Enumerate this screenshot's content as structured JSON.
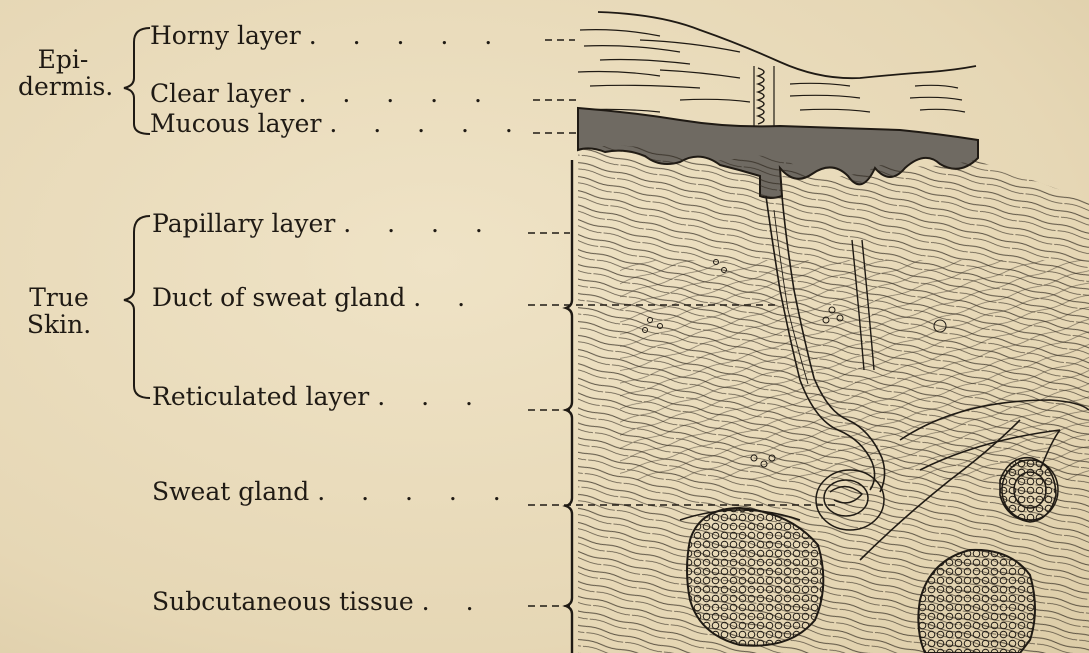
{
  "groups": {
    "epidermis": [
      "Epi-",
      "dermis."
    ],
    "true_skin": [
      "True",
      "Skin."
    ]
  },
  "labels": {
    "horny": "Horny layer",
    "clear": "Clear layer",
    "mucous": "Mucous layer",
    "papillary": "Papillary layer",
    "duct": "Duct of sweat gland",
    "reticulated": "Reticulated layer",
    "sweat_gland": "Sweat gland",
    "subcutaneous": "Subcutaneous tissue"
  },
  "colors": {
    "paper": "#e9dcbc",
    "ink": "#1f1a14",
    "mucous_fill": "#6f6a62"
  }
}
